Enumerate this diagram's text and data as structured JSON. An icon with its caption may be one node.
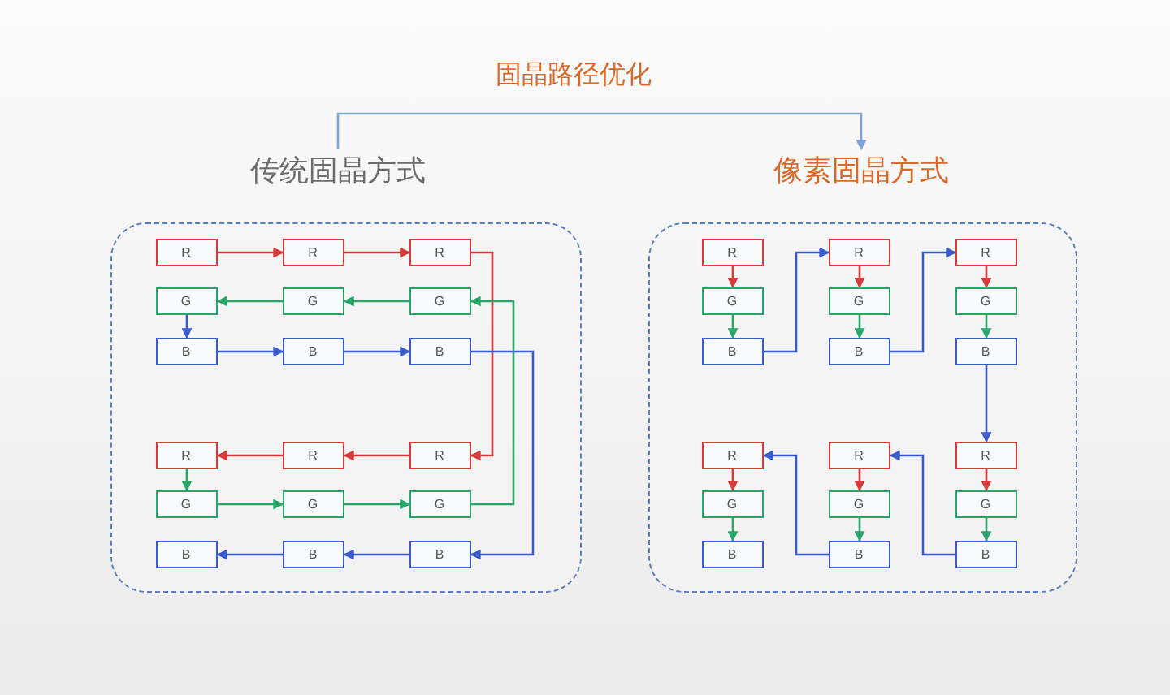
{
  "diagram": {
    "title": "固晶路径优化",
    "nodes": [
      {
        "text": [
          "传统固晶方式"
        ]
      },
      {
        "text": [
          "像素固晶方式"
        ]
      },
      {
        "text": [],
        "shape": "box"
      },
      {
        "text": [],
        "shape": "box"
      },
      {
        "text": [
          "R"
        ],
        "in": 2
      },
      {
        "text": [
          "R"
        ],
        "in": 2
      },
      {
        "text": [
          "R"
        ],
        "in": 2
      },
      {
        "text": [
          "G"
        ],
        "in": 2
      },
      {
        "text": [
          "G"
        ],
        "in": 2
      },
      {
        "text": [
          "G"
        ],
        "in": 2
      },
      {
        "text": [
          "B"
        ],
        "in": 2
      },
      {
        "text": [
          "B"
        ],
        "in": 2
      },
      {
        "text": [
          "B"
        ],
        "in": 2
      },
      {
        "text": [
          "R"
        ],
        "in": 2
      },
      {
        "text": [
          "R"
        ],
        "in": 2
      },
      {
        "text": [
          "R"
        ],
        "in": 2
      },
      {
        "text": [
          "G"
        ],
        "in": 2
      },
      {
        "text": [
          "G"
        ],
        "in": 2
      },
      {
        "text": [
          "G"
        ],
        "in": 2
      },
      {
        "text": [
          "B"
        ],
        "in": 2
      },
      {
        "text": [
          "B"
        ],
        "in": 2
      },
      {
        "text": [
          "B"
        ],
        "in": 2
      },
      {
        "text": [
          "R"
        ],
        "in": 3
      },
      {
        "text": [
          "G"
        ],
        "in": 3
      },
      {
        "text": [
          "B"
        ],
        "in": 3
      },
      {
        "text": [
          "R"
        ],
        "in": 3
      },
      {
        "text": [
          "G"
        ],
        "in": 3
      },
      {
        "text": [
          "B"
        ],
        "in": 3
      },
      {
        "text": [
          "R"
        ],
        "in": 3
      },
      {
        "text": [
          "G"
        ],
        "in": 3
      },
      {
        "text": [
          "B"
        ],
        "in": 3
      },
      {
        "text": [
          "R"
        ],
        "in": 3
      },
      {
        "text": [
          "G"
        ],
        "in": 3
      },
      {
        "text": [
          "B"
        ],
        "in": 3
      },
      {
        "text": [
          "R"
        ],
        "in": 3
      },
      {
        "text": [
          "G"
        ],
        "in": 3
      },
      {
        "text": [
          "B"
        ],
        "in": 3
      },
      {
        "text": [
          "R"
        ],
        "in": 3
      },
      {
        "text": [
          "G"
        ],
        "in": 3
      },
      {
        "text": [
          "B"
        ],
        "in": 3
      }
    ],
    "edges": [
      {
        "from": 0,
        "to": 1,
        "arrow": "to",
        "color": "#7ea3d6"
      },
      {
        "from": 4,
        "to": 5,
        "arrow": "to",
        "color": "#d63b3b"
      },
      {
        "from": 5,
        "to": 6,
        "arrow": "to",
        "color": "#d63b3b"
      },
      {
        "from": 6,
        "to": 15,
        "arrow": "to",
        "color": "#d63b3b"
      },
      {
        "from": 15,
        "to": 14,
        "arrow": "to",
        "color": "#d63b3b"
      },
      {
        "from": 14,
        "to": 13,
        "arrow": "to",
        "color": "#d63b3b"
      },
      {
        "from": 13,
        "to": 16,
        "arrow": "to",
        "color": "#2ca56a"
      },
      {
        "from": 16,
        "to": 17,
        "arrow": "to",
        "color": "#2ca56a"
      },
      {
        "from": 17,
        "to": 18,
        "arrow": "to",
        "color": "#2ca56a"
      },
      {
        "from": 18,
        "to": 9,
        "arrow": "to",
        "color": "#2ca56a"
      },
      {
        "from": 9,
        "to": 8,
        "arrow": "to",
        "color": "#2ca56a"
      },
      {
        "from": 8,
        "to": 7,
        "arrow": "to",
        "color": "#2ca56a"
      },
      {
        "from": 7,
        "to": 10,
        "arrow": "to",
        "color": "#3a5bcc"
      },
      {
        "from": 10,
        "to": 11,
        "arrow": "to",
        "color": "#3a5bcc"
      },
      {
        "from": 11,
        "to": 12,
        "arrow": "to",
        "color": "#3a5bcc"
      },
      {
        "from": 12,
        "to": 21,
        "arrow": "to",
        "color": "#3a5bcc"
      },
      {
        "from": 21,
        "to": 20,
        "arrow": "to",
        "color": "#3a5bcc"
      },
      {
        "from": 20,
        "to": 19,
        "arrow": "to",
        "color": "#3a5bcc"
      },
      {
        "from": 22,
        "to": 23,
        "arrow": "to",
        "color": "#d63b3b"
      },
      {
        "from": 23,
        "to": 24,
        "arrow": "to",
        "color": "#2ca56a"
      },
      {
        "from": 24,
        "to": 25,
        "arrow": "to",
        "color": "#3a5bcc"
      },
      {
        "from": 25,
        "to": 26,
        "arrow": "to",
        "color": "#d63b3b"
      },
      {
        "from": 26,
        "to": 27,
        "arrow": "to",
        "color": "#2ca56a"
      },
      {
        "from": 27,
        "to": 28,
        "arrow": "to",
        "color": "#3a5bcc"
      },
      {
        "from": 28,
        "to": 29,
        "arrow": "to",
        "color": "#d63b3b"
      },
      {
        "from": 29,
        "to": 30,
        "arrow": "to",
        "color": "#2ca56a"
      },
      {
        "from": 30,
        "to": 37,
        "arrow": "to",
        "color": "#3a5bcc"
      },
      {
        "from": 37,
        "to": 38,
        "arrow": "to",
        "color": "#d63b3b"
      },
      {
        "from": 38,
        "to": 39,
        "arrow": "to",
        "color": "#2ca56a"
      },
      {
        "from": 39,
        "to": 34,
        "arrow": "to",
        "color": "#3a5bcc"
      },
      {
        "from": 34,
        "to": 35,
        "arrow": "to",
        "color": "#d63b3b"
      },
      {
        "from": 35,
        "to": 36,
        "arrow": "to",
        "color": "#2ca56a"
      },
      {
        "from": 36,
        "to": 31,
        "arrow": "to",
        "color": "#3a5bcc"
      },
      {
        "from": 31,
        "to": 32,
        "arrow": "to",
        "color": "#d63b3b"
      },
      {
        "from": 32,
        "to": 33,
        "arrow": "to",
        "color": "#2ca56a"
      }
    ]
  }
}
